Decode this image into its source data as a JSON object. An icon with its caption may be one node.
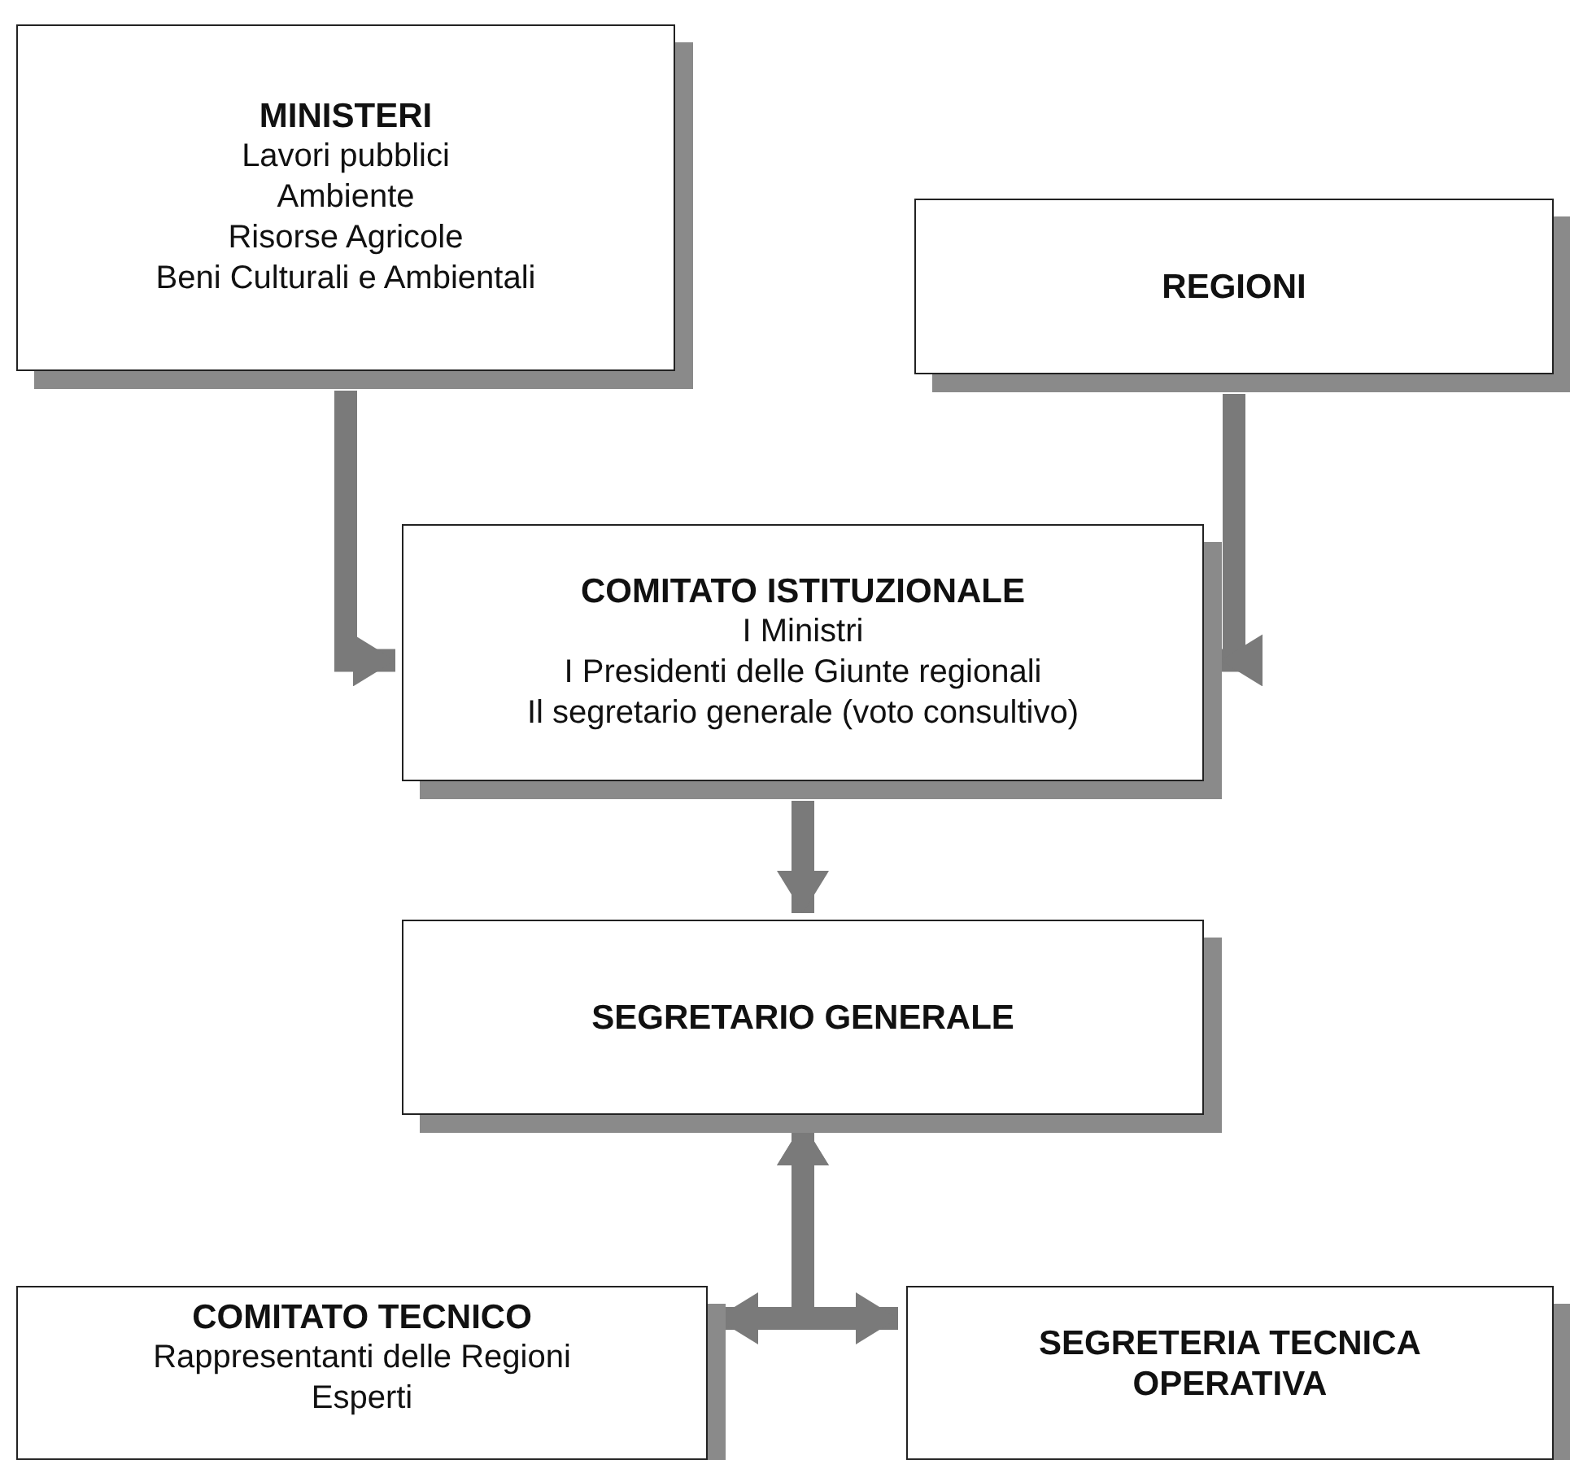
{
  "diagram": {
    "nodes": [
      {
        "text": [
          "MINISTERI",
          "Lavori pubblici",
          "Ambiente",
          "Risorse Agricole",
          "Beni Culturali e Ambientali"
        ]
      },
      {
        "text": [
          "REGIONI"
        ]
      },
      {
        "text": [
          "COMITATO ISTITUZIONALE",
          "I Ministri",
          "I Presidenti delle Giunte regionali",
          "Il segretario generale (voto consultivo)"
        ]
      },
      {
        "text": [
          "SEGRETARIO GENERALE"
        ]
      },
      {
        "text": [
          "COMITATO TECNICO",
          "Rappresentanti delle Regioni",
          "Esperti"
        ]
      },
      {
        "text": [
          "SEGRETERIA TECNICA OPERATIVA"
        ]
      }
    ],
    "edges": [
      {
        "from": 0,
        "to": 2,
        "arrow": "to"
      },
      {
        "from": 1,
        "to": 2,
        "arrow": "to"
      },
      {
        "from": 2,
        "to": 3,
        "arrow": "to"
      },
      {
        "from": 3,
        "to": 4,
        "arrow": "both"
      },
      {
        "from": 3,
        "to": 5,
        "arrow": "both"
      }
    ]
  }
}
